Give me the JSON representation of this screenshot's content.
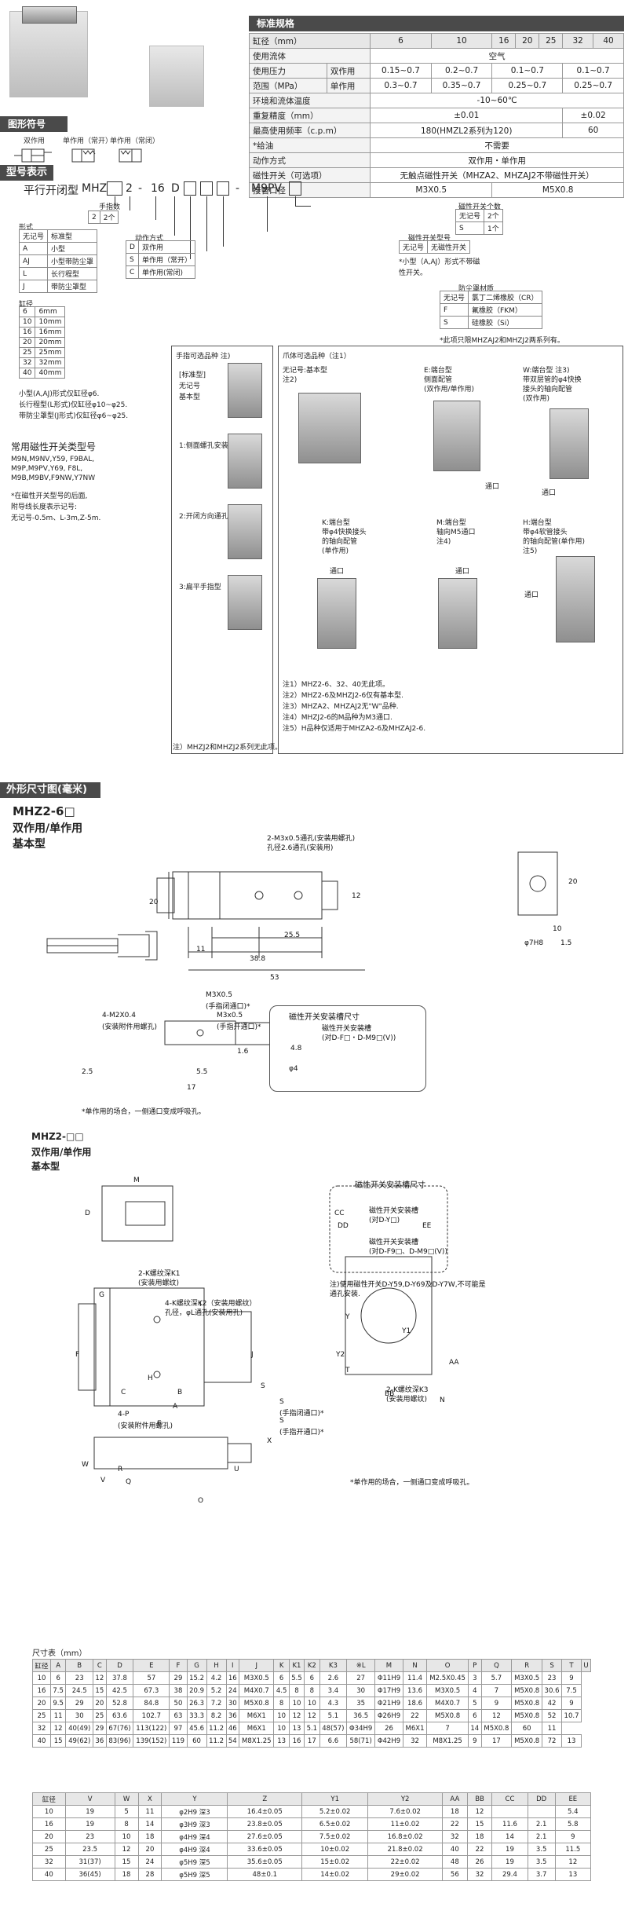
{
  "spec": {
    "title": "标准规格",
    "bore_label": "缸径（mm）",
    "bores": [
      "6",
      "10",
      "16",
      "20",
      "25",
      "32",
      "40"
    ],
    "fluid_label": "使用流体",
    "fluid_value": "空气",
    "pressure_label": "使用压力",
    "range_label": "范围（MPa）",
    "double_label": "双作用",
    "single_label": "单作用",
    "p_double": [
      "0.15~0.7",
      "0.2~0.7",
      "0.1~0.7",
      "0.1~0.7"
    ],
    "p_single": [
      "0.3~0.7",
      "0.35~0.7",
      "0.25~0.7",
      "0.25~0.7"
    ],
    "temp_label": "环境和流体温度",
    "temp_value": "-10~60℃",
    "repeat_label": "重复精度（mm）",
    "repeat_a": "±0.01",
    "repeat_b": "±0.02",
    "freq_label": "最高使用频率（c.p.m）",
    "freq_a": "180(HMZL2系列为120)",
    "freq_b": "60",
    "lube_label": "*给油",
    "lube_value": "不需要",
    "action_label": "动作方式",
    "action_value": "双作用・单作用",
    "switch_label": "磁性开关（可选项）",
    "switch_value": "无触点磁性开关（MHZA2、MHZAJ2不带磁性开关）",
    "port_label": "接管口径",
    "port_a": "M3X0.5",
    "port_b": "M5X0.8"
  },
  "symbol": {
    "title": "图形符号",
    "double": "双作用",
    "single_open": "单作用（常开）",
    "single_close": "单作用（常闭）"
  },
  "model": {
    "title": "型号表示方法",
    "subtitle": "平行开闭型",
    "code": [
      "MHZ",
      "",
      "2",
      "-",
      "16",
      "D",
      "",
      "",
      "",
      "-",
      "M9PV",
      ""
    ],
    "finger_title": "手指数",
    "finger_rows": [
      [
        "2",
        "2个"
      ]
    ],
    "type_title": "形式",
    "type_rows": [
      [
        "无记号",
        "标准型"
      ],
      [
        "A",
        "小型"
      ],
      [
        "AJ",
        "小型带防尘罩"
      ],
      [
        "L",
        "长行程型"
      ],
      [
        "J",
        "带防尘罩型"
      ]
    ],
    "action_title": "动作方式",
    "action_rows": [
      [
        "D",
        "双作用"
      ],
      [
        "S",
        "单作用（常开）"
      ],
      [
        "C",
        "单作用(常闭)"
      ]
    ],
    "bore_title": "缸径",
    "bore_rows": [
      [
        "6",
        "6mm"
      ],
      [
        "10",
        "10mm"
      ],
      [
        "16",
        "16mm"
      ],
      [
        "20",
        "20mm"
      ],
      [
        "25",
        "25mm"
      ],
      [
        "32",
        "32mm"
      ],
      [
        "40",
        "40mm"
      ]
    ],
    "bore_notes": [
      "小型(A,AJ)形式仅缸径φ6.",
      "长行程型(L形式)仅缸径φ10~φ25.",
      "带防尘罩型(J形式)仅缸径φ6~φ25."
    ],
    "sw_count_title": "磁性开关个数",
    "sw_count_rows": [
      [
        "无记号",
        "2个"
      ],
      [
        "S",
        "1个"
      ]
    ],
    "sw_type_title": "磁性开关型号",
    "sw_type_rows": [
      [
        "无记号",
        "无磁性开关"
      ]
    ],
    "sw_type_note": [
      "*小型（A,AJ）形式不带磁",
      "性开关。"
    ],
    "dust_title": "防尘罩材质",
    "dust_rows": [
      [
        "无记号",
        "氯丁二烯橡胶（CR）"
      ],
      [
        "F",
        "氟橡胶（FKM）"
      ],
      [
        "S",
        "硅橡胶（Si）"
      ]
    ],
    "dust_note": "*此项只限MHZAJ2和MHZJ2两系列有。",
    "common_title": "常用磁性开关类型号",
    "common_lines": [
      "M9N,M9NV,Y59, F9BAL,",
      "M9P,M9PV,Y69, F8L,",
      "M9B,M9BV,F9NW,Y7NW"
    ],
    "common_notes": [
      "*在磁性开关型号的后面,",
      "附导线长度表示记号:",
      "无记号-0.5m、L-3m,Z-5m."
    ]
  },
  "finger_option": {
    "title": "手指可选品种 注)",
    "items": [
      "[标准型]",
      "无记号",
      "基本型"
    ],
    "opt1": "1:侧面螺孔安装",
    "opt2": "2:开闭方向通孔安装",
    "opt3": "3:扁平手指型",
    "note": "注）MHZJ2和MHZJ2系列无此项。"
  },
  "body_option": {
    "title": "爪体可选品种（注1）",
    "p0": [
      "无记号:基本型",
      "注2)"
    ],
    "pE": [
      "E:端台型",
      "侧面配管",
      "(双作用/单作用)"
    ],
    "pW": [
      "W:端台型  注3)",
      "带双层管的φ4快换",
      "接头的轴向配管",
      "(双作用)"
    ],
    "pK": [
      "K:端台型",
      "带φ4快换接头",
      "的轴向配管",
      "(单作用)"
    ],
    "pM": [
      "M:端台型",
      "轴向M5通口",
      "注4)"
    ],
    "pH": [
      "H:端台型",
      "带φ4软管接头",
      "的轴向配管(单作用)",
      "注5)"
    ],
    "port": "通口",
    "notes": [
      "注1）MHZ2-6、32、40无此项。",
      "注2）MHZ2-6及MHZJ2-6仅有基本型.",
      "注3）MHZA2、MHZAJ2无\"W\"品种.",
      "注4）MHZJ2-6的M品种为M3通口.",
      "注5）H品种仅适用于MHZA2-6及MHZAJ2-6."
    ]
  },
  "outline": {
    "title": "外形尺寸图(毫米)",
    "h1": "MHZ2-6□",
    "h2": "双作用/单作用",
    "h3": "基本型",
    "d_holes": "2-M3x0.5通孔(安装用螺孔)",
    "d_holes2": "孔径2.6通孔(安装用)",
    "d_20": "20",
    "d_12": "12",
    "d_11": "11",
    "d_255": "25.5",
    "d_388": "38.8",
    "d_53": "53",
    "d_20b": "20",
    "d_10": "10",
    "d_15": "1.5",
    "d_7h8": "φ7H8",
    "d_m3a": "M3X0.5",
    "d_m3a2": "(手指闭通口)*",
    "d_m3b": "M3x0.5",
    "d_m3b2": "(手指开通口)*",
    "d_m2": "4-M2X0.4",
    "d_m2b": "(安装附件用螺孔)",
    "d_16": "1.6",
    "d_25": "2.5",
    "d_55": "5.5",
    "d_17": "17",
    "single_note": "*单作用的场合，一侧通口变成呼吸孔。",
    "groove_title": "磁性开关安装槽尺寸",
    "groove_label": "磁性开关安装槽",
    "groove_label2": "(对D-F□・D-M9□(V))",
    "g_48": "4.8",
    "g_4": "φ4",
    "h1b": "MHZ2-□□",
    "h2b": "双作用/单作用",
    "h3b": "基本型",
    "g2_title": "磁性开关安装槽尺寸",
    "g2_a": "磁性开关安装槽",
    "g2_a2": "(对D-Y□)",
    "g2_b": "磁性开关安装槽",
    "g2_b2": "(对D-F9□、D-M9□(V))",
    "g2_note": [
      "注)使用磁性开关D-Y59,D-Y69及D-Y7W,不可能是",
      "通孔安装."
    ],
    "k1": "2-K螺纹深K1",
    "k1b": "(安装用螺纹)",
    "k2": "4-K螺纹深K2（安装用螺纹）",
    "k2b": "孔径，φL通孔(安装用孔)",
    "k3": "2-K螺纹深K3",
    "k3b": "(安装用螺纹)",
    "p_s": "4-P",
    "p_s2": "(安装附件用螺孔)",
    "s_a": "S",
    "s_a2": "(手指闭通口)*",
    "s_b": "S",
    "s_b2": "(手指开通口)*",
    "single_note2": "*单作用的场合，一侧通口变成呼吸孔。",
    "lbl": [
      "M",
      "D",
      "G",
      "F",
      "I",
      "J",
      "H",
      "B",
      "A",
      "C",
      "E",
      "Y",
      "Y1",
      "Y2",
      "T",
      "AA",
      "BB",
      "N",
      "S",
      "X",
      "W",
      "V",
      "R",
      "Q",
      "U",
      "O",
      "CC",
      "DD",
      "EE"
    ]
  },
  "dims": {
    "title": "尺寸表（mm）",
    "h1": [
      "缸径",
      "A",
      "B",
      "C",
      "D",
      "E",
      "F",
      "G",
      "H",
      "I",
      "J",
      "K",
      "K1",
      "K2",
      "K3",
      "※L",
      "M",
      "N",
      "O",
      "P",
      "Q",
      "R",
      "S",
      "T",
      "U"
    ],
    "r1": [
      [
        "10",
        "6",
        "23",
        "12",
        "37.8",
        "57",
        "29",
        "15.2",
        "4.2",
        "16",
        "M3X0.5",
        "6",
        "5.5",
        "6",
        "2.6",
        "27",
        "Φ11H9",
        "11.4",
        "M2.5X0.45",
        "3",
        "5.7",
        "M3X0.5",
        "23",
        "9"
      ],
      [
        "16",
        "7.5",
        "24.5",
        "15",
        "42.5",
        "67.3",
        "38",
        "20.9",
        "5.2",
        "24",
        "M4X0.7",
        "4.5",
        "8",
        "8",
        "3.4",
        "30",
        "Φ17H9",
        "13.6",
        "M3X0.5",
        "4",
        "7",
        "M5X0.8",
        "30.6",
        "7.5"
      ],
      [
        "20",
        "9.5",
        "29",
        "20",
        "52.8",
        "84.8",
        "50",
        "26.3",
        "7.2",
        "30",
        "M5X0.8",
        "8",
        "10",
        "10",
        "4.3",
        "35",
        "Φ21H9",
        "18.6",
        "M4X0.7",
        "5",
        "9",
        "M5X0.8",
        "42",
        "9"
      ],
      [
        "25",
        "11",
        "30",
        "25",
        "63.6",
        "102.7",
        "63",
        "33.3",
        "8.2",
        "36",
        "M6X1",
        "10",
        "12",
        "12",
        "5.1",
        "36.5",
        "Φ26H9",
        "22",
        "M5X0.8",
        "6",
        "12",
        "M5X0.8",
        "52",
        "10.7"
      ],
      [
        "32",
        "12",
        "40(49)",
        "29",
        "67(76)",
        "113(122)",
        "97",
        "45.6",
        "11.2",
        "46",
        "M6X1",
        "10",
        "13",
        "5.1",
        "48(57)",
        "Φ34H9",
        "26",
        "M6X1",
        "7",
        "14",
        "M5X0.8",
        "60",
        "11"
      ],
      [
        "40",
        "15",
        "49(62)",
        "36",
        "83(96)",
        "139(152)",
        "119",
        "60",
        "11.2",
        "54",
        "M8X1.25",
        "13",
        "16",
        "17",
        "6.6",
        "58(71)",
        "Φ42H9",
        "32",
        "M8X1.25",
        "9",
        "17",
        "M5X0.8",
        "72",
        "13"
      ]
    ],
    "h2": [
      "缸径",
      "V",
      "W",
      "X",
      "Y",
      "Z",
      "Y1",
      "Y2",
      "AA",
      "BB",
      "CC",
      "DD",
      "EE"
    ],
    "r2": [
      [
        "10",
        "19",
        "5",
        "11",
        "φ2H9 深3",
        "16.4±0.05",
        "5.2±0.02",
        "7.6±0.02",
        "18",
        "12",
        "",
        "",
        "5.4"
      ],
      [
        "16",
        "19",
        "8",
        "14",
        "φ3H9 深3",
        "23.8±0.05",
        "6.5±0.02",
        "11±0.02",
        "22",
        "15",
        "11.6",
        "2.1",
        "5.8"
      ],
      [
        "20",
        "23",
        "10",
        "18",
        "φ4H9 深4",
        "27.6±0.05",
        "7.5±0.02",
        "16.8±0.02",
        "32",
        "18",
        "14",
        "2.1",
        "9"
      ],
      [
        "25",
        "23.5",
        "12",
        "20",
        "φ4H9 深4",
        "33.6±0.05",
        "10±0.02",
        "21.8±0.02",
        "40",
        "22",
        "19",
        "3.5",
        "11.5"
      ],
      [
        "32",
        "31(37)",
        "15",
        "24",
        "φ5H9 深5",
        "35.6±0.05",
        "15±0.02",
        "22±0.02",
        "48",
        "26",
        "19",
        "3.5",
        "12"
      ],
      [
        "40",
        "36(45)",
        "18",
        "28",
        "φ5H9 深5",
        "48±0.1",
        "14±0.02",
        "29±0.02",
        "56",
        "32",
        "29.4",
        "3.7",
        "13"
      ]
    ]
  }
}
